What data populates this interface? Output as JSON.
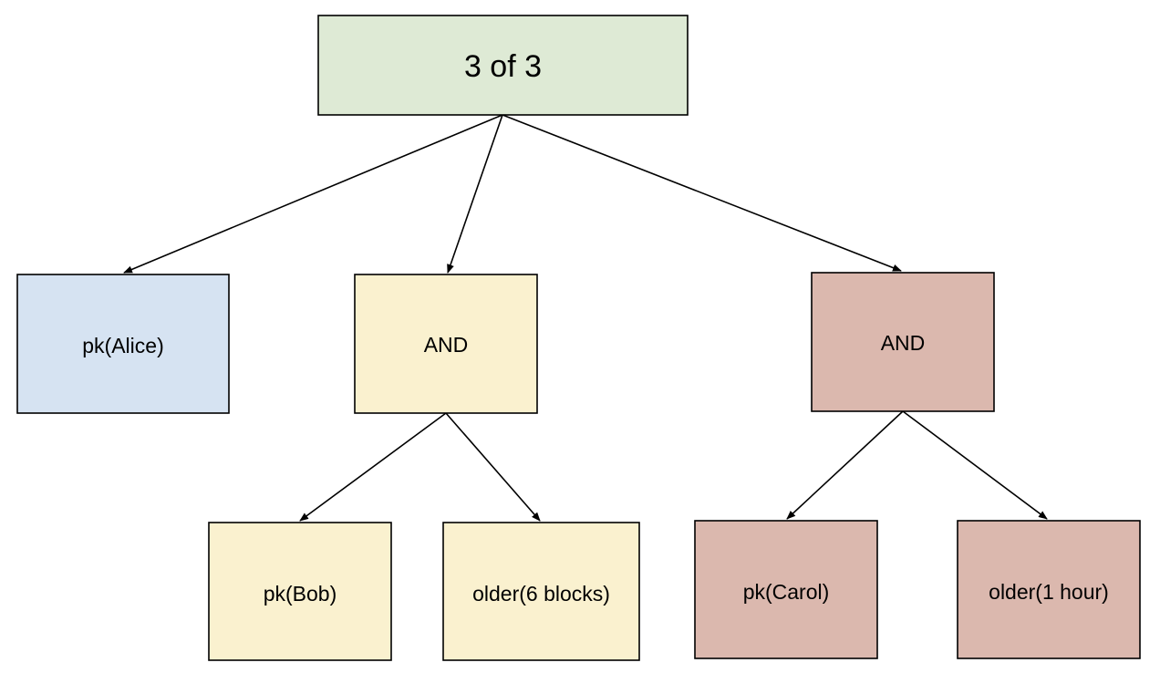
{
  "colors": {
    "root": "#deead5",
    "alice": "#d6e3f2",
    "bob_branch": "#faf1cf",
    "carol_branch": "#dbb8ae",
    "stroke": "#000000"
  },
  "nodes": {
    "root": {
      "label": "3 of 3",
      "color_key": "root"
    },
    "alice": {
      "label": "pk(Alice)",
      "color_key": "alice"
    },
    "and_bob": {
      "label": "AND",
      "color_key": "bob_branch"
    },
    "and_carol": {
      "label": "AND",
      "color_key": "carol_branch"
    },
    "bob": {
      "label": "pk(Bob)",
      "color_key": "bob_branch"
    },
    "older_blocks": {
      "label": "older(6 blocks)",
      "color_key": "bob_branch"
    },
    "carol": {
      "label": "pk(Carol)",
      "color_key": "carol_branch"
    },
    "older_hour": {
      "label": "older(1 hour)",
      "color_key": "carol_branch"
    }
  },
  "edges": [
    {
      "from": "root",
      "to": "alice"
    },
    {
      "from": "root",
      "to": "and_bob"
    },
    {
      "from": "root",
      "to": "and_carol"
    },
    {
      "from": "and_bob",
      "to": "bob"
    },
    {
      "from": "and_bob",
      "to": "older_blocks"
    },
    {
      "from": "and_carol",
      "to": "carol"
    },
    {
      "from": "and_carol",
      "to": "older_hour"
    }
  ]
}
